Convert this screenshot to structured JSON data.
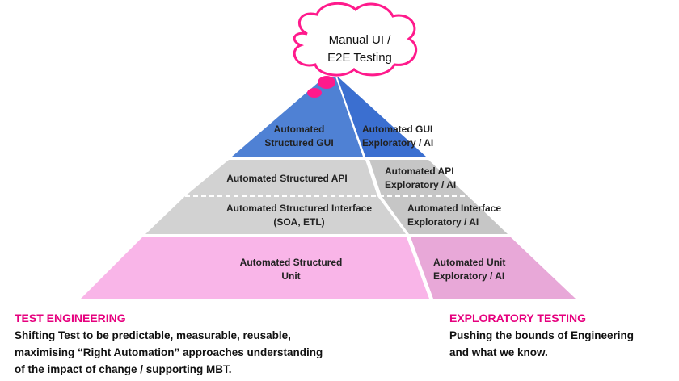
{
  "cloud": {
    "lines": [
      "Manual UI /",
      "E2E Testing"
    ]
  },
  "tiers": {
    "gui": {
      "left": [
        "Automated",
        "Structured GUI"
      ],
      "right": [
        "Automated GUI",
        "Exploratory / AI"
      ]
    },
    "api": {
      "left": [
        "Automated Structured API"
      ],
      "right": [
        "Automated API",
        "Exploratory / AI"
      ]
    },
    "interface": {
      "left": [
        "Automated Structured Interface",
        "(SOA, ETL)"
      ],
      "right": [
        "Automated Interface",
        "Exploratory / AI"
      ]
    },
    "unit": {
      "left": [
        "Automated Structured",
        "Unit"
      ],
      "right": [
        "Automated Unit",
        "Exploratory / AI"
      ]
    }
  },
  "test_engineering": {
    "heading": "TEST ENGINEERING",
    "lines": [
      "Shifting Test to be predictable, measurable, reusable,",
      "maximising “Right Automation” approaches understanding",
      "of the impact of change / supporting MBT."
    ]
  },
  "exploratory_testing": {
    "heading": "EXPLORATORY TESTING",
    "lines": [
      "Pushing the bounds of Engineering",
      "and what we know."
    ]
  },
  "colors": {
    "gui_left": "#4f81d4",
    "gui_right": "#3f6fcf",
    "gray_left": "#d0d0d0",
    "gray_right": "#c4c4c4",
    "unit_left": "#f9b5e8",
    "unit_right": "#e8a8d8",
    "accent": "#e6007e"
  }
}
